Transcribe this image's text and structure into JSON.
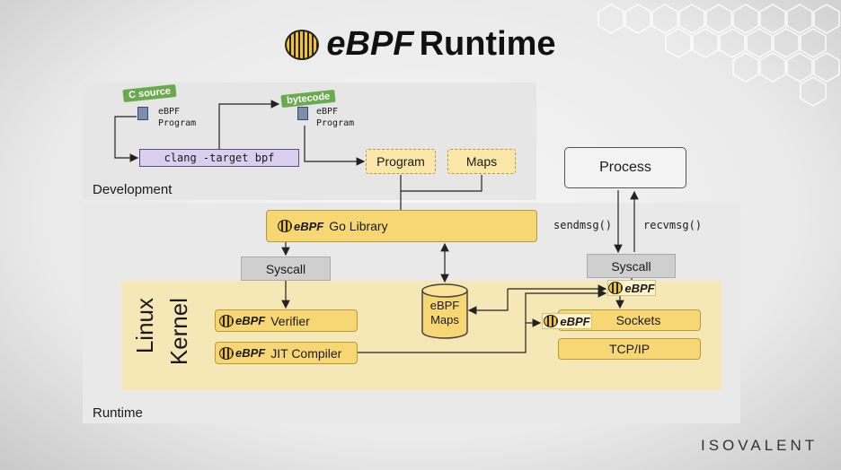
{
  "title": {
    "brand": "eBPF",
    "rest": "Runtime"
  },
  "development": {
    "section_label": "Development",
    "c_source_tag": "C source",
    "bytecode_tag": "bytecode",
    "source_program": [
      "eBPF",
      "Program"
    ],
    "bytecode_program": [
      "eBPF",
      "Program"
    ],
    "compiler_cmd": "clang -target bpf",
    "program_box": "Program",
    "maps_box": "Maps"
  },
  "process": {
    "label": "Process",
    "sendmsg": "sendmsg()",
    "recvmsg": "recvmsg()"
  },
  "runtime": {
    "section_label": "Runtime",
    "go_library": {
      "logo": "eBPF",
      "label": "Go Library"
    },
    "syscall_left": "Syscall",
    "syscall_right": "Syscall",
    "kernel_label": [
      "Linux",
      "Kernel"
    ],
    "verifier": {
      "logo": "eBPF",
      "label": "Verifier"
    },
    "jit": {
      "logo": "eBPF",
      "label": "JIT Compiler"
    },
    "maps_cylinder": [
      "eBPF",
      "Maps"
    ],
    "hook_logo": "eBPF",
    "sockets": {
      "logo": "eBPF",
      "label": "Sockets"
    },
    "tcpip": "TCP/IP"
  },
  "footer": {
    "brand": "ISOVALENT"
  }
}
